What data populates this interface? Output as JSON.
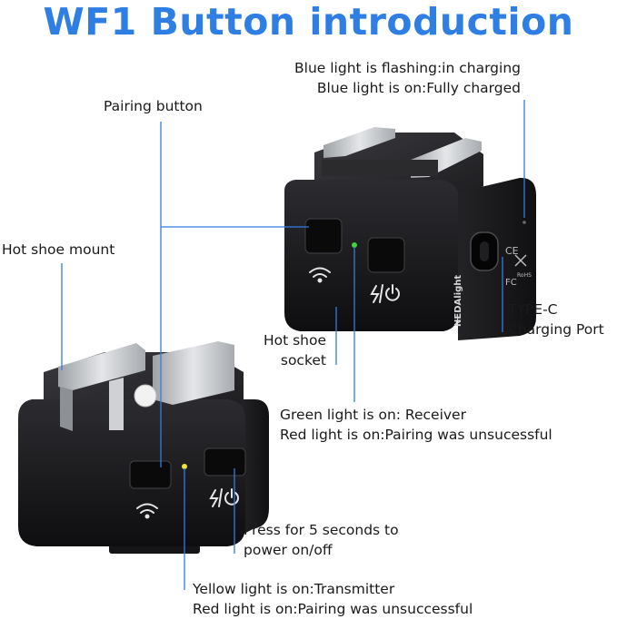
{
  "title": "WF1 Button introduction",
  "labels": {
    "blue_light_flashing": "Blue light is flashing:in charging",
    "blue_light_on": "Blue light is on:Fully charged",
    "pairing_button": "Pairing button",
    "hot_shoe_mount": "Hot shoe mount",
    "type_c_line1": "TYPE-C",
    "type_c_line2": "Charging Port",
    "hot_shoe_socket_line1": "Hot shoe",
    "hot_shoe_socket_line2": "socket",
    "green_light": "Green light is on: Receiver",
    "red_light_receiver": "Red light is on:Pairing was unsucessful",
    "press_line1": "Press for 5 seconds to",
    "press_line2": "power on/off",
    "yellow_light": "Yellow light is on:Transmitter",
    "red_light_transmitter": "Red light is on:Pairing was unsuccessful"
  },
  "device_print": {
    "brand": "NEDAlight",
    "ce": "CE",
    "fc": "FC",
    "rohs": "RoHS"
  },
  "colors": {
    "title": "#2f7ee3",
    "leader_line": "#2f7ee3",
    "body": "#1c1c1e",
    "rail": "#c9cbce",
    "green_led": "#3ed43e",
    "yellow_led": "#f2e33a"
  }
}
